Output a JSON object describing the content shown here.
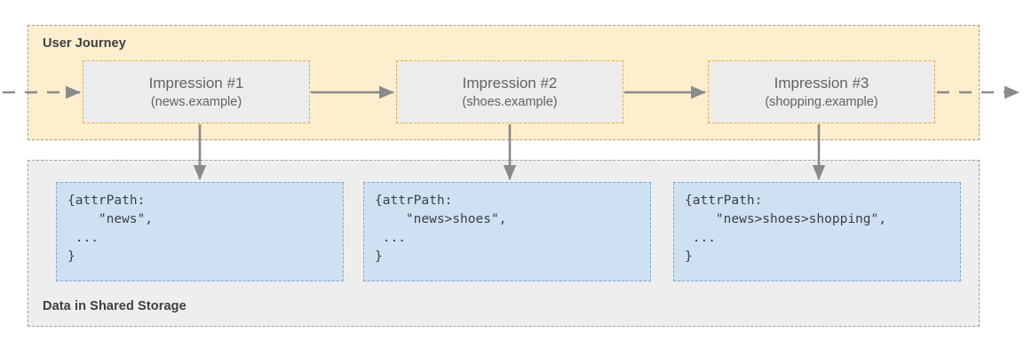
{
  "diagram": {
    "lanes": [
      {
        "key": "journey",
        "title": "User Journey"
      },
      {
        "key": "storage",
        "title": "Data in Shared Storage"
      }
    ],
    "impressions": [
      {
        "title": "Impression #1",
        "origin": "(news.example)"
      },
      {
        "title": "Impression #2",
        "origin": "(shoes.example)"
      },
      {
        "title": "Impression #3",
        "origin": "(shopping.example)"
      }
    ],
    "data_entries": [
      {
        "attr_path": "news",
        "code": "{attrPath:\n    \"news\",\n ...\n}"
      },
      {
        "attr_path": "news>shoes",
        "code": "{attrPath:\n    \"news>shoes\",\n ...\n}"
      },
      {
        "attr_path": "news>shoes>shopping",
        "code": "{attrPath:\n    \"news>shoes>shopping\",\n ...\n}"
      }
    ],
    "flow": {
      "entry_arrow": "dashed-arrow-in",
      "exit_arrow": "dashed-arrow-out",
      "between_arrows": [
        "solid-arrow-right",
        "solid-arrow-right"
      ],
      "write_arrows": [
        "solid-arrow-down",
        "solid-arrow-down",
        "solid-arrow-down"
      ]
    },
    "colors": {
      "journey_background": "#fdeecd",
      "storage_background": "#eeeeee",
      "impression_background": "#ececec",
      "impression_border": "#f3a93c",
      "data_background": "#cfe0f3",
      "data_border": "#7aa7e0",
      "lane_border": "#9e9e9e",
      "arrow": "#8a8a8a",
      "text": "#3c4043",
      "muted_text": "#5f6368"
    }
  }
}
